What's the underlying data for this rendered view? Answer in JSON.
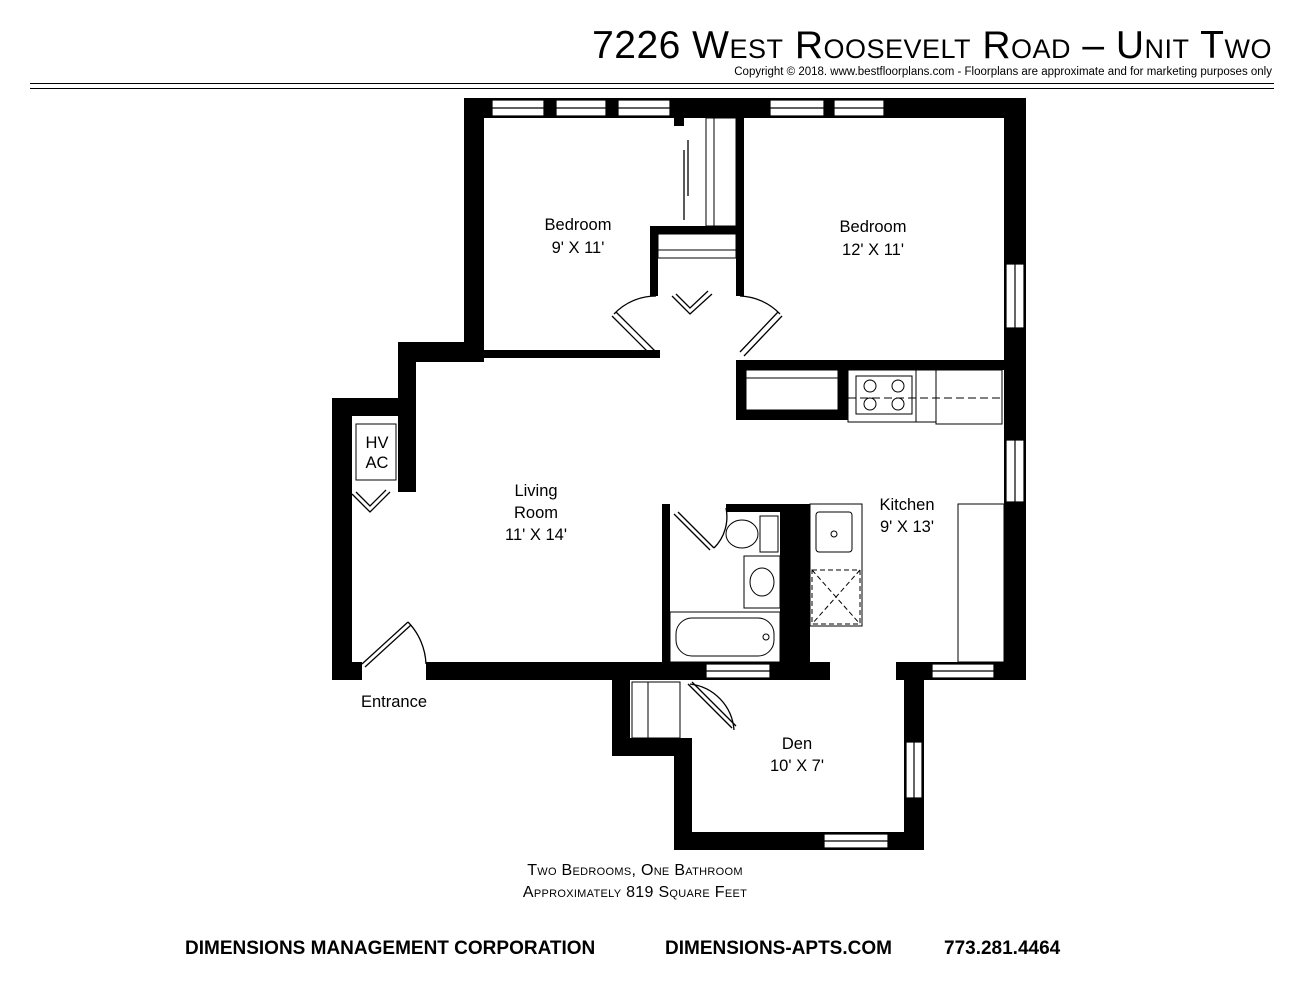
{
  "header": {
    "title": "7226 West Roosevelt Road – Unit Two",
    "copyright": "Copyright © 2018. www.bestfloorplans.com - Floorplans are approximate and for marketing purposes only"
  },
  "rooms": {
    "bedroom_left": {
      "name": "Bedroom",
      "size": "9' X 11'"
    },
    "bedroom_right": {
      "name": "Bedroom",
      "size": "12' X 11'"
    },
    "living": {
      "name_line1": "Living",
      "name_line2": "Room",
      "size": "11' X 14'"
    },
    "kitchen": {
      "name": "Kitchen",
      "size": "9' X 13'"
    },
    "den": {
      "name": "Den",
      "size": "10' X 7'"
    },
    "hvac": {
      "line1": "HV",
      "line2": "AC"
    },
    "entrance": "Entrance"
  },
  "summary": {
    "line1": "Two Bedrooms, One Bathroom",
    "line2": "Approximately 819 Square Feet"
  },
  "footer": {
    "company": "DIMENSIONS MANAGEMENT CORPORATION",
    "website": "DIMENSIONS-APTS.COM",
    "phone": "773.281.4464"
  }
}
